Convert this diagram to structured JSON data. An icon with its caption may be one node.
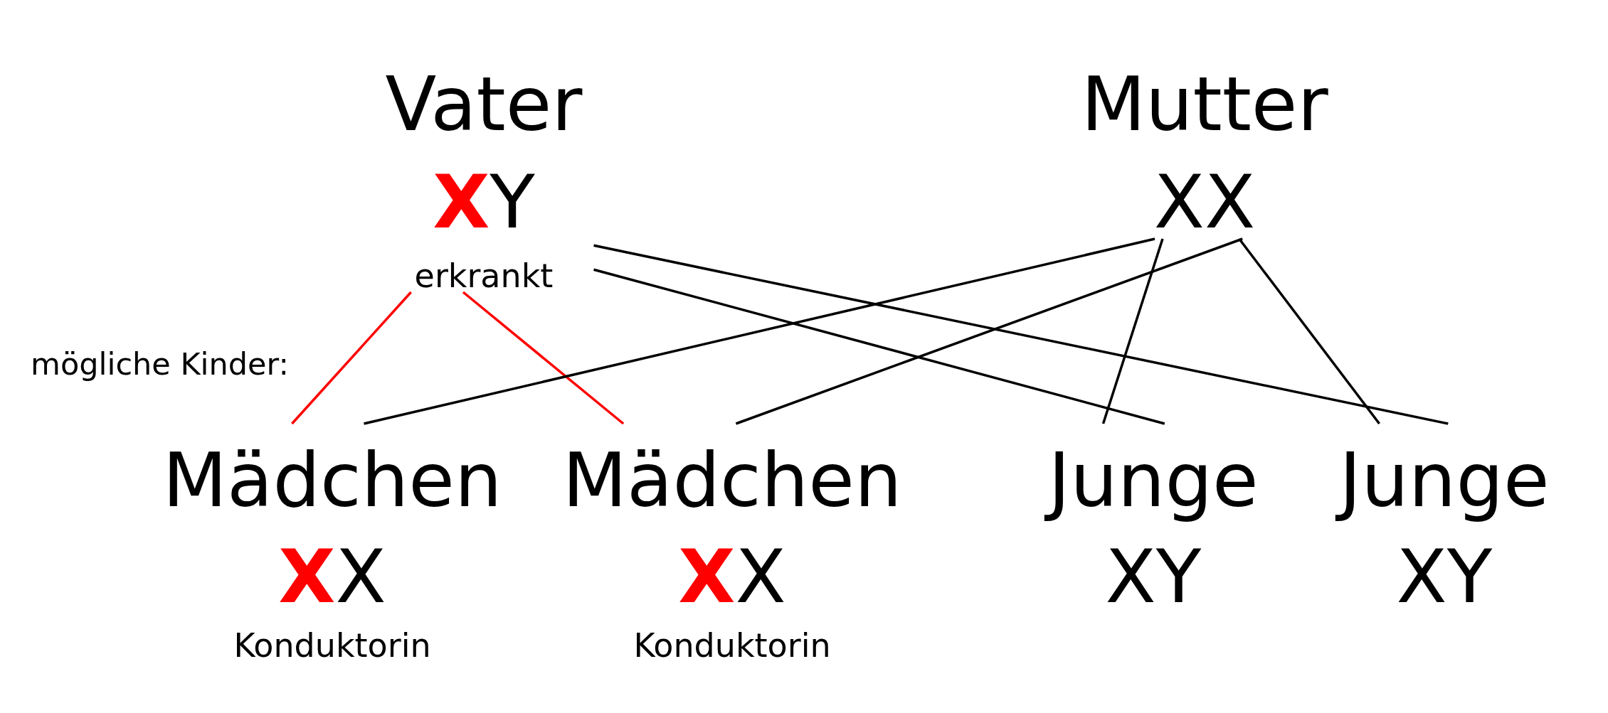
{
  "diagram": {
    "nodes": [
      {
        "text": [
          "Vater",
          "**X**Y"
        ],
        "beside": [
          "erkrankt"
        ]
      },
      {
        "text": [
          "Mutter",
          "XX"
        ]
      },
      {
        "text": [
          "Mädchen",
          "**X**X"
        ],
        "beside": [
          "Konduktorin"
        ]
      },
      {
        "text": [
          "Mädchen",
          "**X**X"
        ],
        "beside": [
          "Konduktorin"
        ]
      },
      {
        "text": [
          "Junge",
          "XY"
        ]
      },
      {
        "text": [
          "Junge",
          "XY"
        ]
      }
    ],
    "edges": [
      {
        "from": 0,
        "to": 2,
        "arrow": "none",
        "color": "#ff0000"
      },
      {
        "from": 0,
        "to": 3,
        "arrow": "none",
        "color": "#ff0000"
      },
      {
        "from": 0,
        "to": 4,
        "arrow": "none"
      },
      {
        "from": 0,
        "to": 5,
        "arrow": "none"
      },
      {
        "from": 1,
        "to": 2,
        "arrow": "none"
      },
      {
        "from": 1,
        "to": 4,
        "arrow": "none"
      },
      {
        "from": 1,
        "to": 3,
        "arrow": "none"
      },
      {
        "from": 1,
        "to": 5,
        "arrow": "none"
      }
    ],
    "labels": [
      "mögliche Kinder:"
    ]
  }
}
